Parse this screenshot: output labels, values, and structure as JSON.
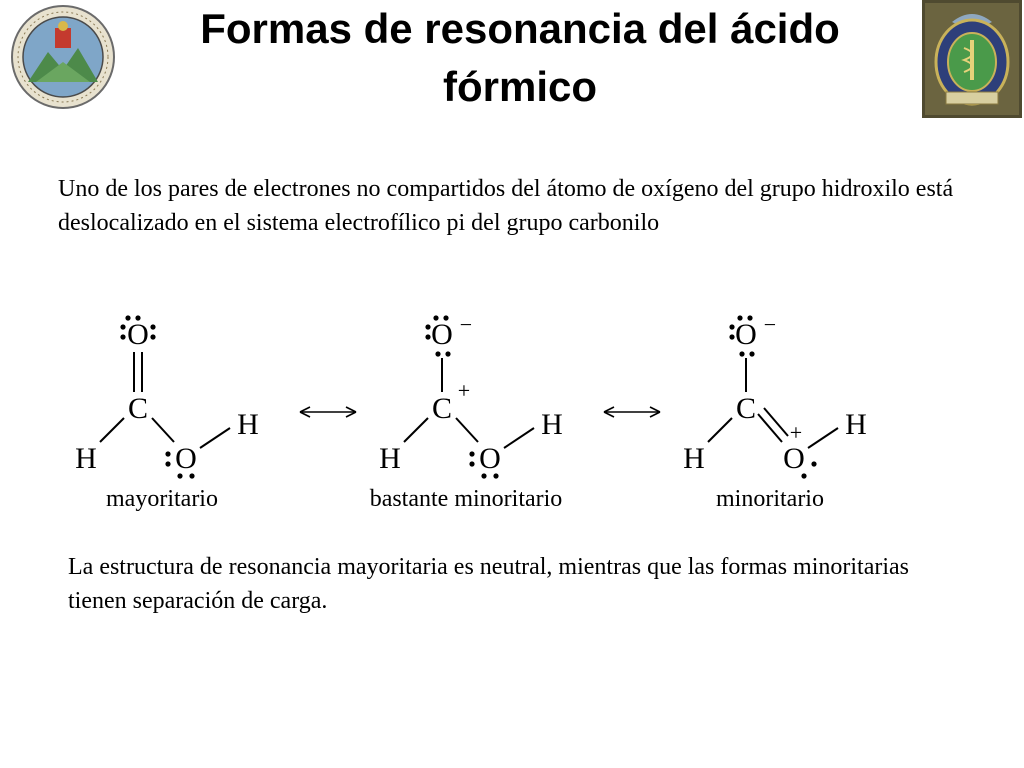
{
  "slide": {
    "title": "Formas de resonancia del ácido fórmico",
    "paragraph_top": "Uno de los pares de electrones no compartidos del átomo de oxígeno del grupo hidroxilo está deslocalizado en el sistema electrofílico pi del grupo carbonilo",
    "paragraph_bottom": "La estructura de resonancia mayoritaria es neutral, mientras que las formas minoritarias tienen separación de carga."
  },
  "logos": {
    "left": "university-seal-icon",
    "right": "faculty-crest-icon"
  },
  "diagram": {
    "atoms": {
      "oxygen": "O",
      "carbon": "C",
      "hydrogen": "H"
    },
    "charges": {
      "plus": "+",
      "minus": "−"
    },
    "captions": [
      "mayoritario",
      "bastante minoritario",
      "minoritario"
    ],
    "arrow_icon": "resonance-arrow-icon"
  }
}
